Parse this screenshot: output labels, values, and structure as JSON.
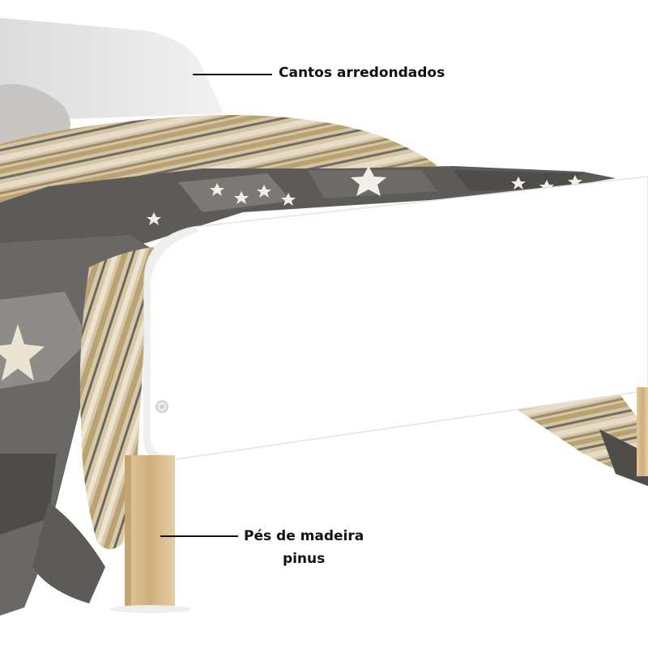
{
  "product": {
    "description": "Cama infantil branca com pés de madeira",
    "colors": {
      "frame": "#ffffff",
      "headboard": "#e7e7e7",
      "legs": "#d8b98a",
      "quilt_dark": "#5e5c59",
      "quilt_mid": "#8e8d8a",
      "quilt_stripe": "#c9b48e"
    }
  },
  "callouts": [
    {
      "id": "rounded-corners",
      "label": "Cantos arredondados"
    },
    {
      "id": "pine-legs",
      "label_line1": "Pés de madeira",
      "label_line2": "pinus"
    }
  ]
}
